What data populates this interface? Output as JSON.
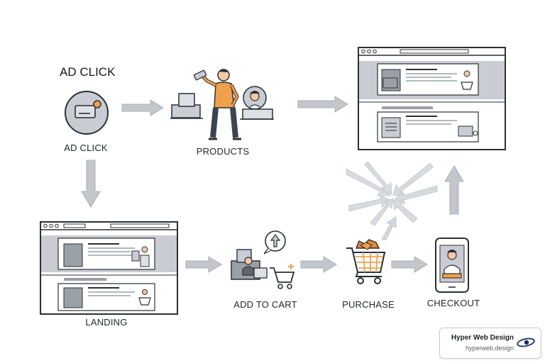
{
  "diagram": {
    "heading": "AD CLICK",
    "nodes": {
      "ad_click": "AD CLICK",
      "products": "PRODUCTS",
      "landing": "LANDING",
      "add_to_cart": "ADD TO CART",
      "purchase": "PURCHASE",
      "checkout": "CHECKOUT"
    }
  },
  "brand": {
    "name": "Hyper Web Design",
    "url": "hyperweb.design"
  },
  "colors": {
    "accent": "#f0a04b",
    "window_gray": "#c9cdd3",
    "arrow_gray": "#b7bcc2",
    "outline": "#2b2f33"
  }
}
